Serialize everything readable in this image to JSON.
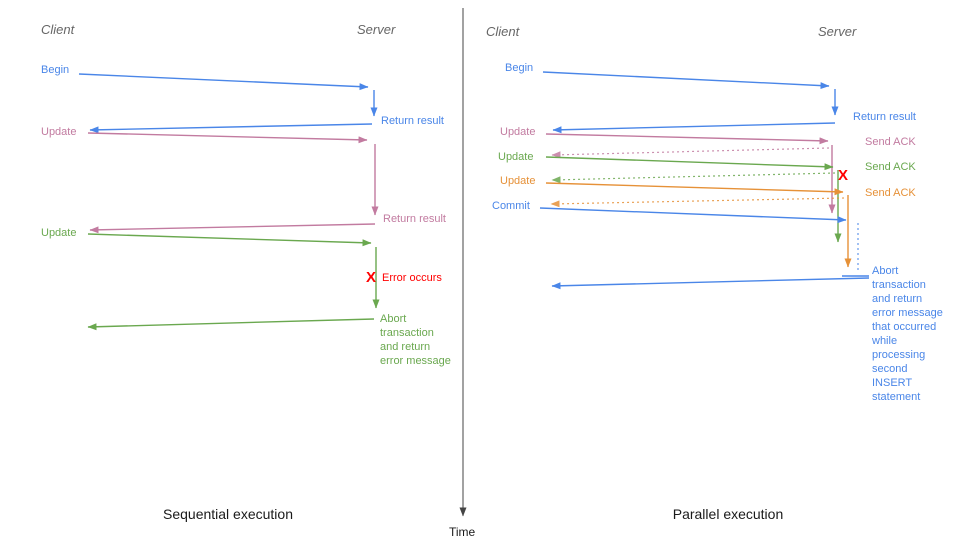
{
  "colors": {
    "blue": "#4a86e8",
    "pink": "#c27ba0",
    "green": "#6aa84f",
    "orange": "#e69138",
    "red": "#ff0000",
    "header_gray": "#666666",
    "text_black": "#1a1a1a",
    "divider": "#444444"
  },
  "timeline": {
    "label": "Time"
  },
  "left_panel": {
    "caption": "Sequential execution",
    "client_header": "Client",
    "server_header": "Server",
    "begin": "Begin",
    "return_result_1": "Return result",
    "update_1": "Update",
    "return_result_2": "Return result",
    "update_2": "Update",
    "error_mark": "X",
    "error_label": "Error occurs",
    "abort_note": "Abort\ntransaction\nand return\nerror message"
  },
  "right_panel": {
    "caption": "Parallel execution",
    "client_header": "Client",
    "server_header": "Server",
    "begin": "Begin",
    "return_result": "Return result",
    "update_1": "Update",
    "send_ack_1": "Send ACK",
    "update_2": "Update",
    "send_ack_2": "Send ACK",
    "update_3": "Update",
    "send_ack_3": "Send ACK",
    "commit": "Commit",
    "error_mark": "X",
    "abort_note": "Abort\ntransaction\nand return\nerror message\nthat occurred\nwhile\nprocessing\nsecond\nINSERT\nstatement"
  }
}
